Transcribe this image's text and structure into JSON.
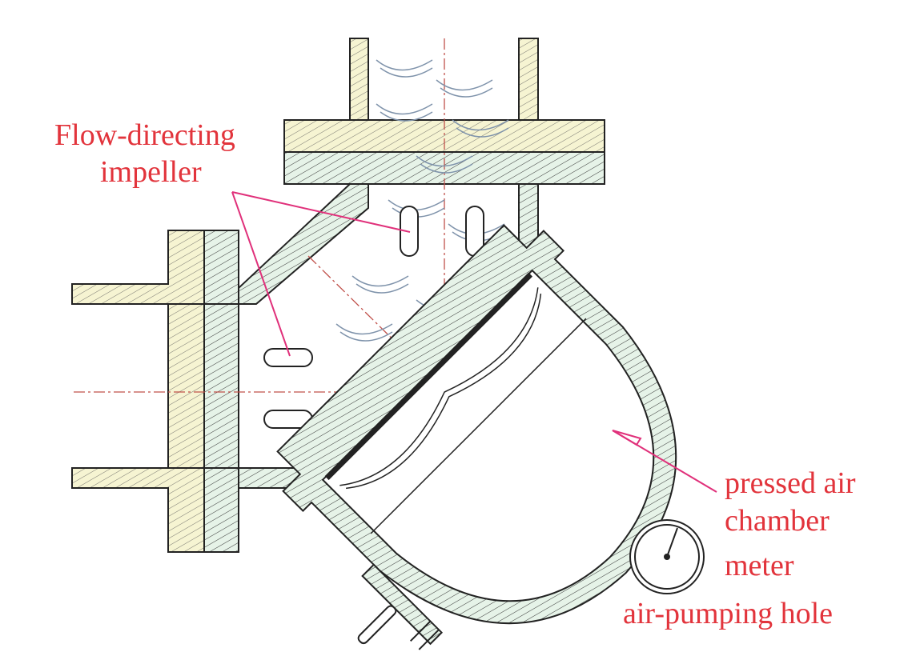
{
  "labels": {
    "impeller_line1": "Flow-directing",
    "impeller_line2": "impeller",
    "chamber_line1": "pressed air",
    "chamber_line2": "chamber",
    "meter": "meter",
    "air_hole": "air-pumping hole"
  },
  "colors": {
    "label": "#e2343c",
    "leader": "#e0307a",
    "outline": "#222222",
    "hatch_fill": "#e6f3e8",
    "flange_fill": "#f6f4d2",
    "centerline": "#c0504a",
    "blade": "#7f93ab"
  }
}
